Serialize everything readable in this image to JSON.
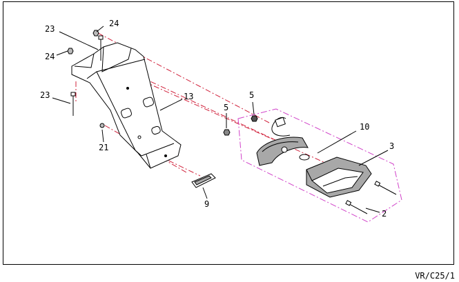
{
  "callouts": {
    "c2": "2",
    "c3": "3",
    "c5a": "5",
    "c5b": "5",
    "c9": "9",
    "c10": "10",
    "c13": "13",
    "c21": "21",
    "c23a": "23",
    "c23b": "23",
    "c24a": "24",
    "c24b": "24"
  },
  "reference_code": "VR/C25/1",
  "colors": {
    "line": "#000000",
    "guide_red": "#d0203a",
    "assembly_outline": "#d040c8",
    "part_shading": "#a8a8a8"
  }
}
